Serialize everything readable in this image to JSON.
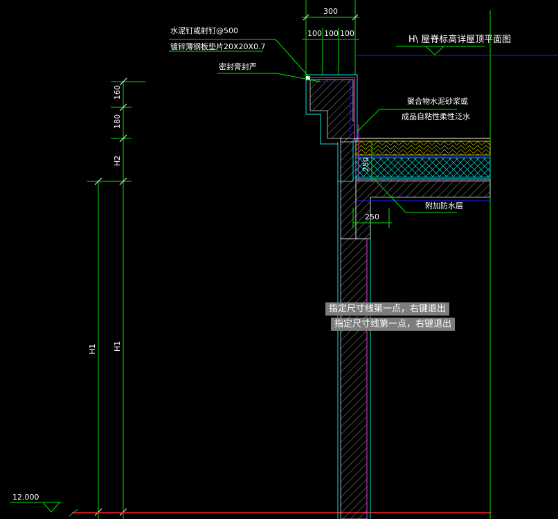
{
  "colors": {
    "background": "#000000",
    "green": "#00e000",
    "cyan": "#00e5e5",
    "magenta": "#e040e0",
    "blue": "#2020ff",
    "white": "#ffffff",
    "yellow": "#e0e000",
    "red": "#ff2020",
    "tooltip_bg": "#7d7d7d"
  },
  "dimensions": {
    "top_total": "300",
    "top_seg_1": "100",
    "top_seg_2": "100",
    "top_seg_3": "100",
    "left_160": "160",
    "left_180": "180",
    "left_h2": "H2",
    "left_h1_outer": "H1",
    "left_h1_inner": "H1",
    "slab_250_horiz": "250",
    "slab_250_vert": "250"
  },
  "annotations": {
    "nail": "水泥钉或射钉@500",
    "gasket": "镀锌薄钢板垫片20X20X0.7",
    "sealant": "密封膏封严",
    "roof_title": "H\\  屋脊标高详屋顶平面图",
    "mortar": "聚合物水泥砂浆或",
    "membrane": "成品自粘性柔性泛水",
    "extra_waterproof": "附加防水层"
  },
  "elevation": {
    "value": "12.000"
  },
  "command_prompt": {
    "line_1": "指定尺寸线第一点，右键退出",
    "line_2": "指定尺寸线第一点，右键退出"
  }
}
